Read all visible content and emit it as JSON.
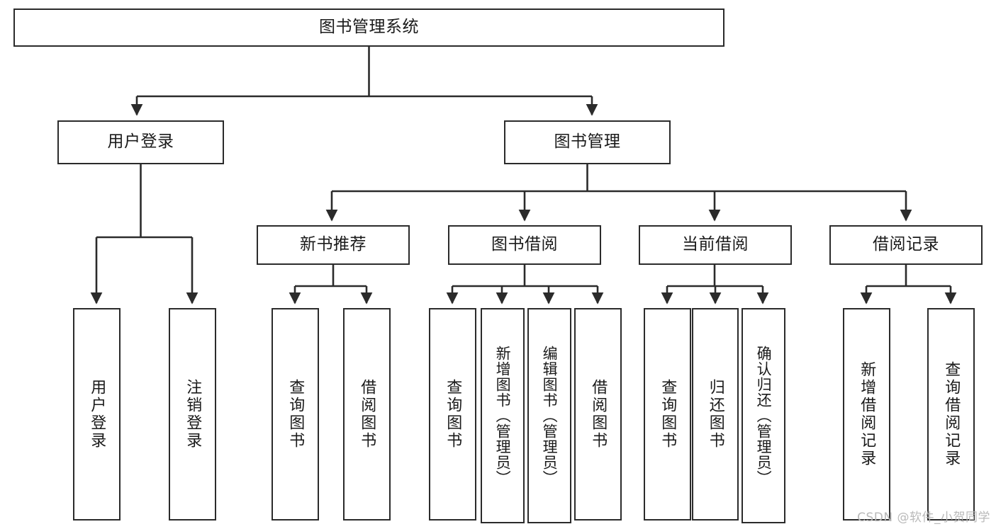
{
  "diagram": {
    "title": "图书管理系统",
    "type": "tree",
    "watermark": "CSDN @软件_小贺同学",
    "colors": {
      "box_border": "#2b2b2b",
      "box_fill": "#ffffff",
      "connector": "#2b2b2b",
      "background": "#ffffff",
      "watermark": "#b9b9b9"
    },
    "levels": {
      "root": "图书管理系统",
      "modules": [
        "用户登录",
        "图书管理"
      ],
      "submodules": [
        "新书推荐",
        "图书借阅",
        "当前借阅",
        "借阅记录"
      ]
    },
    "nodes": {
      "root": {
        "label": "图书管理系统"
      },
      "user_login": {
        "label": "用户登录"
      },
      "book_manage": {
        "label": "图书管理"
      },
      "new_book_rec": {
        "label": "新书推荐"
      },
      "book_borrow": {
        "label": "图书借阅"
      },
      "current_borrow": {
        "label": "当前借阅"
      },
      "borrow_record": {
        "label": "借阅记录"
      },
      "leaf_user_login": {
        "label": "用户登录"
      },
      "leaf_user_logout": {
        "label": "注销登录"
      },
      "leaf_query_book_1": {
        "label": "查询图书"
      },
      "leaf_borrow_book_1": {
        "label": "借阅图书"
      },
      "leaf_query_book_2": {
        "label": "查询图书"
      },
      "leaf_add_book": {
        "label": "新增图书（管理员）"
      },
      "leaf_edit_book": {
        "label": "编辑图书（管理员）"
      },
      "leaf_borrow_book_2": {
        "label": "借阅图书"
      },
      "leaf_query_book_3": {
        "label": "查询图书"
      },
      "leaf_return_book": {
        "label": "归还图书"
      },
      "leaf_confirm_return": {
        "label": "确认归还（管理员）"
      },
      "leaf_add_record": {
        "label": "新增借阅记录"
      },
      "leaf_query_record": {
        "label": "查询借阅记录"
      }
    },
    "edges": [
      {
        "from": "root",
        "to": "user_login"
      },
      {
        "from": "root",
        "to": "book_manage"
      },
      {
        "from": "user_login",
        "to": "leaf_user_login"
      },
      {
        "from": "user_login",
        "to": "leaf_user_logout"
      },
      {
        "from": "book_manage",
        "to": "new_book_rec"
      },
      {
        "from": "book_manage",
        "to": "book_borrow"
      },
      {
        "from": "book_manage",
        "to": "current_borrow"
      },
      {
        "from": "book_manage",
        "to": "borrow_record"
      },
      {
        "from": "new_book_rec",
        "to": "leaf_query_book_1"
      },
      {
        "from": "new_book_rec",
        "to": "leaf_borrow_book_1"
      },
      {
        "from": "book_borrow",
        "to": "leaf_query_book_2"
      },
      {
        "from": "book_borrow",
        "to": "leaf_add_book"
      },
      {
        "from": "book_borrow",
        "to": "leaf_edit_book"
      },
      {
        "from": "book_borrow",
        "to": "leaf_borrow_book_2"
      },
      {
        "from": "current_borrow",
        "to": "leaf_query_book_3"
      },
      {
        "from": "current_borrow",
        "to": "leaf_return_book"
      },
      {
        "from": "current_borrow",
        "to": "leaf_confirm_return"
      },
      {
        "from": "borrow_record",
        "to": "leaf_add_record"
      },
      {
        "from": "borrow_record",
        "to": "leaf_query_record"
      }
    ]
  }
}
